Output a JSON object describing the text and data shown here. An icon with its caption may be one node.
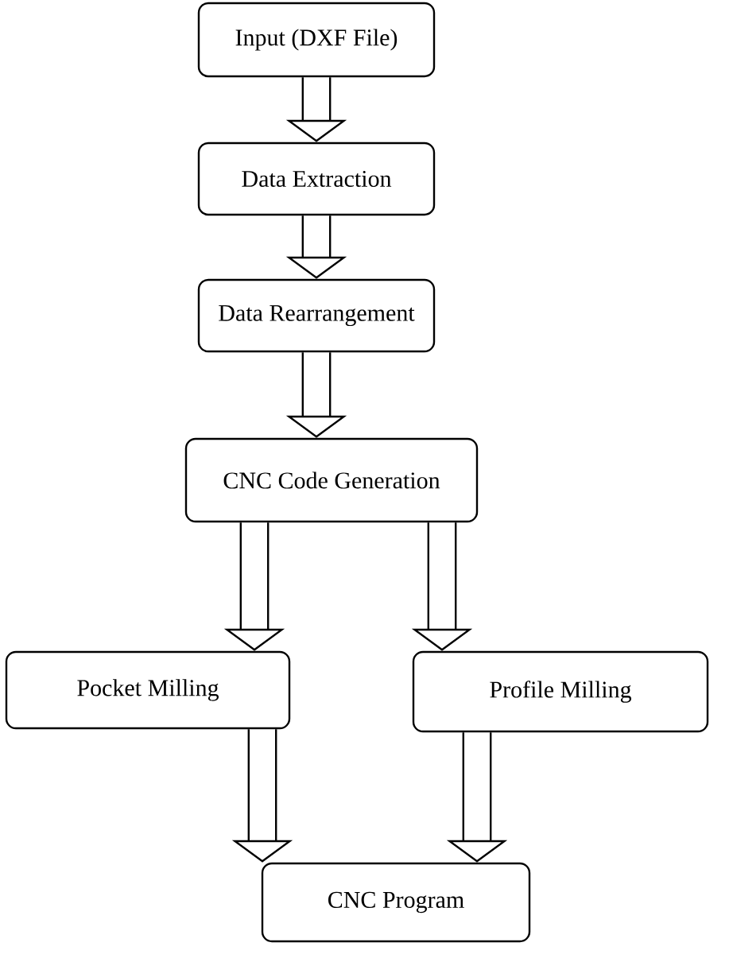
{
  "diagram": {
    "nodes": [
      {
        "text": [
          "Input  (DXF File)"
        ]
      },
      {
        "text": [
          "Data Extraction"
        ]
      },
      {
        "text": [
          "Data Rearrangement"
        ]
      },
      {
        "text": [
          "CNC Code Generation"
        ]
      },
      {
        "text": [
          "Pocket Milling"
        ]
      },
      {
        "text": [
          "Profile Milling"
        ]
      },
      {
        "text": [
          "CNC Program"
        ]
      }
    ],
    "edges": [
      {
        "from": 0,
        "to": 1,
        "arrow": "to"
      },
      {
        "from": 1,
        "to": 2,
        "arrow": "to"
      },
      {
        "from": 2,
        "to": 3,
        "arrow": "to"
      },
      {
        "from": 3,
        "to": 4,
        "arrow": "to"
      },
      {
        "from": 3,
        "to": 5,
        "arrow": "to"
      },
      {
        "from": 4,
        "to": 6,
        "arrow": "to"
      },
      {
        "from": 5,
        "to": 6,
        "arrow": "to"
      }
    ]
  }
}
